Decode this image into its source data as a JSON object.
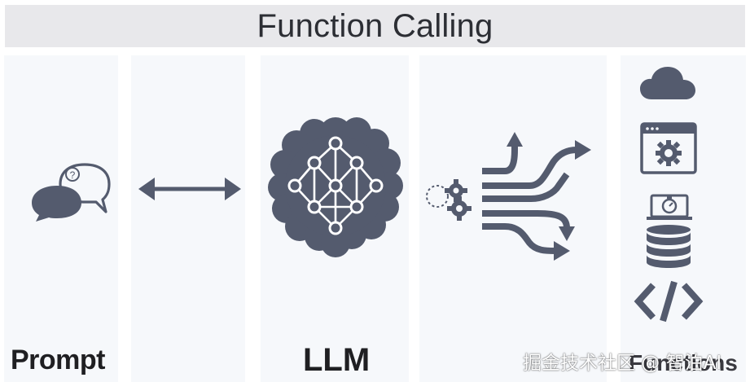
{
  "title": "Function Calling",
  "labels": {
    "prompt": "Prompt",
    "llm": "LLM",
    "functions": "Functions"
  },
  "watermark": "掘金技术社区 @ 智泊AI",
  "icons": {
    "prompt": "chat-bubbles-question-icon",
    "connector": "bidirectional-arrow-icon",
    "llm": "brain-neural-network-icon",
    "routing": "gears-branching-arrows-icon",
    "functions": [
      "cloud-icon",
      "web-settings-window-icon",
      "laptop-timer-icon",
      "database-icon",
      "code-brackets-icon"
    ]
  },
  "colors": {
    "icon": "#545b6e",
    "panel": "#f6f8fb",
    "title_bar": "#e8e8eb"
  }
}
